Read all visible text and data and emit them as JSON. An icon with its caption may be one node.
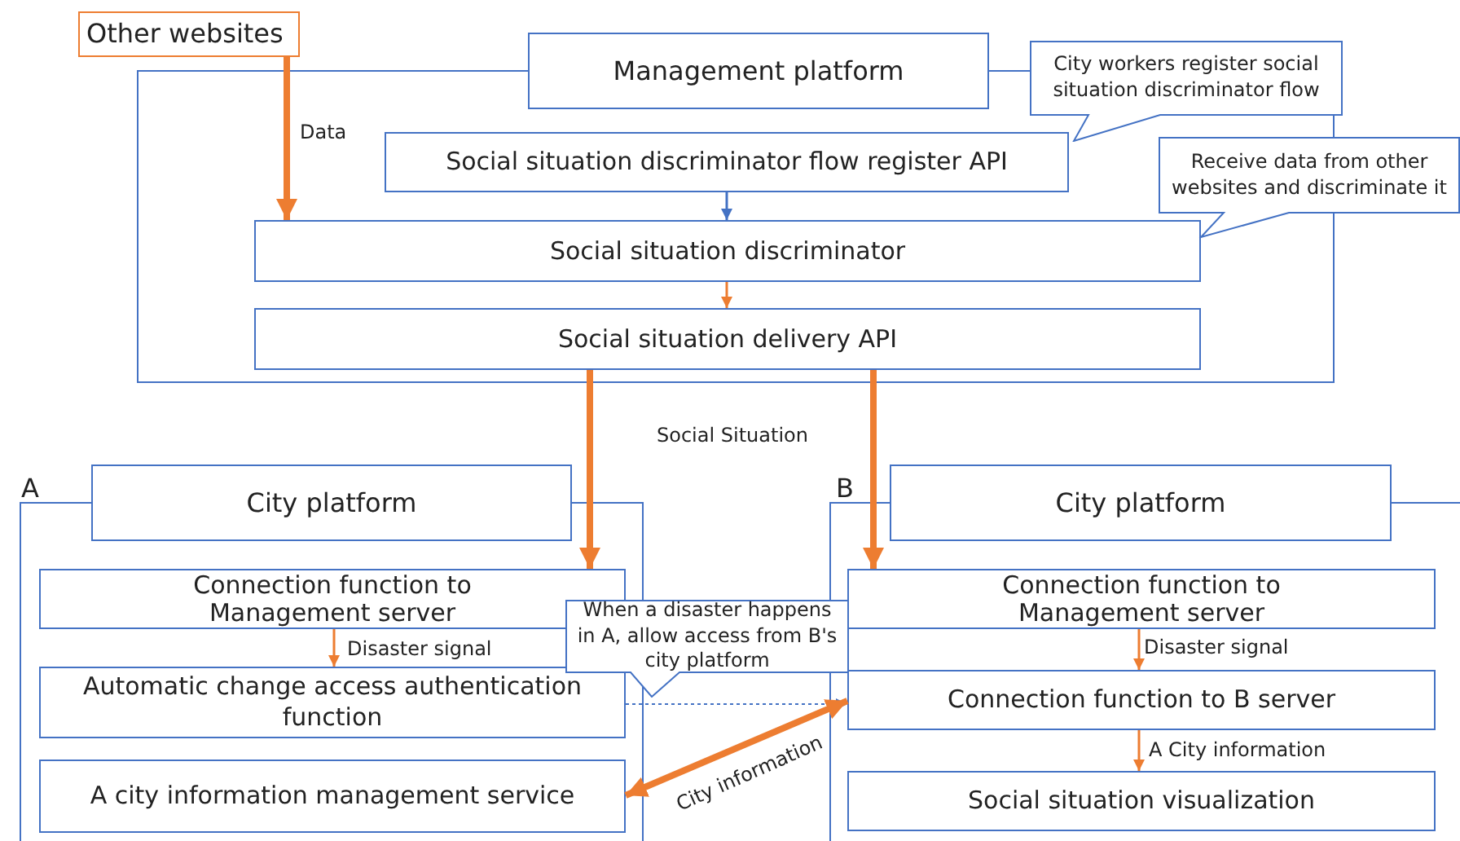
{
  "diagram": {
    "nodes": [
      {
        "text": [
          "Other websites"
        ]
      },
      {
        "text": [
          "Management platform"
        ]
      },
      {
        "text": [
          "Social situation discriminator flow register API"
        ],
        "in": 1
      },
      {
        "text": [
          "Social situation discriminator"
        ],
        "in": 1
      },
      {
        "text": [
          "Social situation delivery API"
        ],
        "in": 1
      },
      {
        "text": [
          "City workers register social situation discriminator flow"
        ]
      },
      {
        "text": [
          "Receive data from other websites and discriminate it"
        ]
      },
      {
        "text": [
          "A",
          "City platform"
        ]
      },
      {
        "text": [
          "Connection function to Management server"
        ],
        "in": 7
      },
      {
        "text": [
          "Automatic change access authentication function"
        ],
        "in": 7
      },
      {
        "text": [
          "A city information management service"
        ],
        "in": 7
      },
      {
        "text": [
          "B",
          "City platform"
        ]
      },
      {
        "text": [
          "Connection function to Management server"
        ],
        "in": 11
      },
      {
        "text": [
          "Connection function to B server"
        ],
        "in": 11
      },
      {
        "text": [
          "Social situation visualization"
        ],
        "in": 11
      },
      {
        "text": [
          "When a disaster happens in A, allow access from B's city platform"
        ]
      }
    ],
    "edges": [
      {
        "from": 0,
        "to": 3,
        "arrow": "to",
        "label": "Data",
        "style": "thick"
      },
      {
        "from": 2,
        "to": 3,
        "arrow": "to",
        "color": "#4472c4"
      },
      {
        "from": 3,
        "to": 4,
        "arrow": "to"
      },
      {
        "from": 4,
        "to": 8,
        "arrow": "to",
        "style": "thick"
      },
      {
        "from": 4,
        "to": 12,
        "arrow": "to",
        "style": "thick"
      },
      {
        "from": 8,
        "to": 9,
        "arrow": "to",
        "label": "Disaster signal"
      },
      {
        "from": 12,
        "to": 13,
        "arrow": "to",
        "label": "Disaster signal"
      },
      {
        "from": 13,
        "to": 14,
        "arrow": "to",
        "label": "A City information"
      },
      {
        "from": 9,
        "to": 13,
        "arrow": "to",
        "style": "dashed",
        "color": "#4472c4"
      },
      {
        "from": 13,
        "to": 10,
        "arrow": "both",
        "label": "City information",
        "style": "thick"
      }
    ],
    "labels": [
      "Social Situation"
    ]
  }
}
